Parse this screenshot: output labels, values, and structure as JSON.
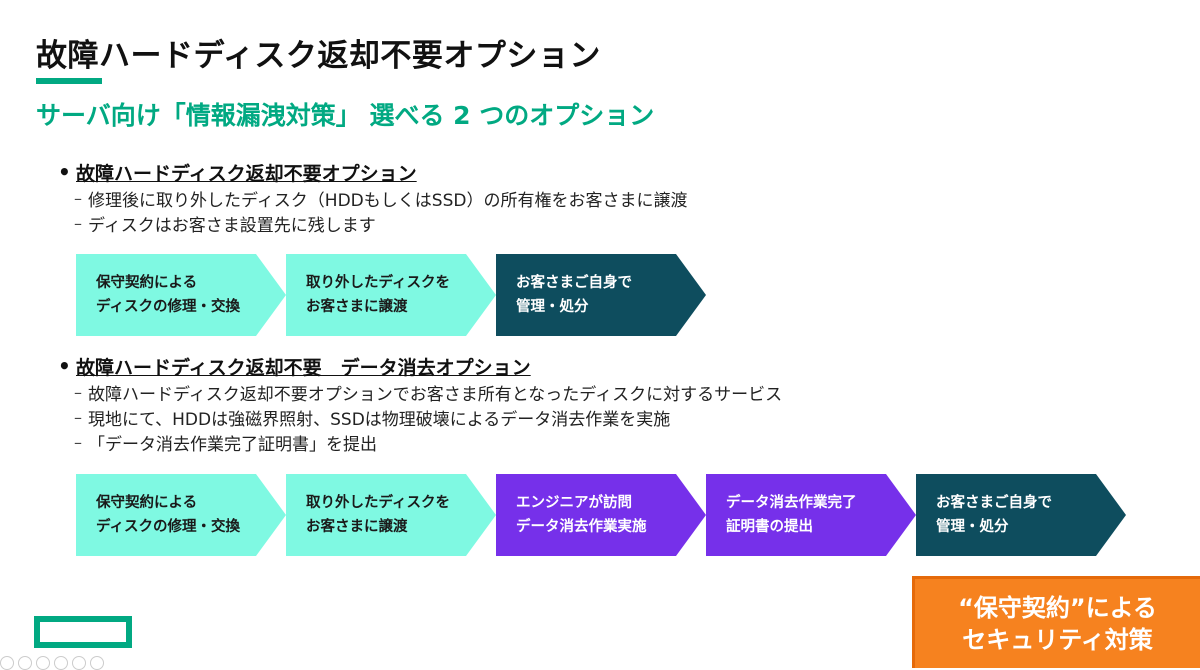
{
  "slide": {
    "title": "故障ハードディスク返却不要オプション",
    "subtitle": "サーバ向け「情報漏洩対策」 選べる 2 つのオプション"
  },
  "section1": {
    "bullet": "故障ハードディスク返却不要オプション",
    "subs": [
      "修理後に取り外したディスク（HDDもしくはSSD）の所有権をお客さまに譲渡",
      "ディスクはお客さま設置先に残します"
    ],
    "steps": [
      {
        "line1": "保守契約による",
        "line2": "ディスクの修理・交換"
      },
      {
        "line1": "取り外したディスクを",
        "line2": "お客さまに譲渡"
      },
      {
        "line1": "お客さまご自身で",
        "line2": "管理・処分"
      }
    ]
  },
  "section2": {
    "bullet": "故障ハードディスク返却不要　データ消去オプション",
    "subs": [
      "故障ハードディスク返却不要オプションでお客さま所有となったディスクに対するサービス",
      "現地にて、HDDは強磁界照射、SSDは物理破壊によるデータ消去作業を実施",
      "「データ消去作業完了証明書」を提出"
    ],
    "steps": [
      {
        "line1": "保守契約による",
        "line2": "ディスクの修理・交換"
      },
      {
        "line1": "取り外したディスクを",
        "line2": "お客さまに譲渡"
      },
      {
        "line1": "エンジニアが訪問",
        "line2": "データ消去作業実施"
      },
      {
        "line1": "データ消去作業完了",
        "line2": "証明書の提出"
      },
      {
        "line1": "お客さまご自身で",
        "line2": "管理・処分"
      }
    ]
  },
  "callout": {
    "line1": "“保守契約”による",
    "line2": "セキュリティ対策"
  },
  "symbols": {
    "bullet": "•",
    "dash": "–"
  },
  "colors": {
    "accent_green": "#01a982",
    "step_teal": "#7ff9e2",
    "step_dark": "#0e4d5e",
    "step_purple": "#7630ea",
    "callout_orange": "#f6821f"
  },
  "icons": [
    "hpe-logo-icon"
  ]
}
